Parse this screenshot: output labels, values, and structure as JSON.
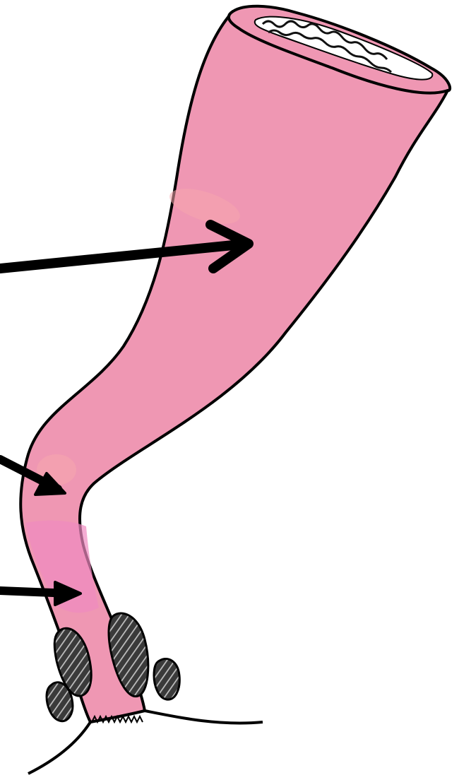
{
  "diagram": {
    "subject": "rectum-and-anal-canal-illustration",
    "colors": {
      "background": "#ffffff",
      "tissue_fill": "#ef97b3",
      "tissue_highlight": "#f5a6ad",
      "tissue_lower_tint": "#f08ac1",
      "lumen_fill": "#ffffff",
      "mucosal_fold": "#111111",
      "outline": "#000000",
      "sphincter_fill": "#3a3a3a",
      "sphincter_hatch": "#bfbfbf",
      "arrow": "#000000"
    },
    "arrows": [
      {
        "id": "arrow-upper",
        "target": "upper-rectum",
        "length": "long"
      },
      {
        "id": "arrow-middle",
        "target": "rectal-flexure",
        "length": "short"
      },
      {
        "id": "arrow-lower",
        "target": "anal-canal",
        "length": "short"
      }
    ],
    "parts": [
      "rectum-lumen-opening",
      "rectum-body",
      "rectal-flexure",
      "anal-canal",
      "internal-sphincter-left",
      "internal-sphincter-right",
      "external-sphincter-left",
      "external-sphincter-right",
      "anal-verge"
    ]
  }
}
